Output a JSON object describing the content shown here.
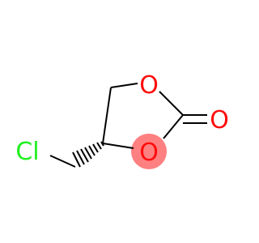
{
  "molecule": {
    "atoms": {
      "o_ring_top": {
        "label": "O",
        "color": "#ff0d0d"
      },
      "o_ring_bottom": {
        "label": "O",
        "color": "#ff0d0d"
      },
      "o_carbonyl": {
        "label": "O",
        "color": "#ff0d0d"
      },
      "cl": {
        "label": "Cl",
        "color": "#1ff01f"
      }
    },
    "bond_color": "#000000",
    "highlight_color": "#ff8080",
    "stereo": "wedge-hash"
  }
}
